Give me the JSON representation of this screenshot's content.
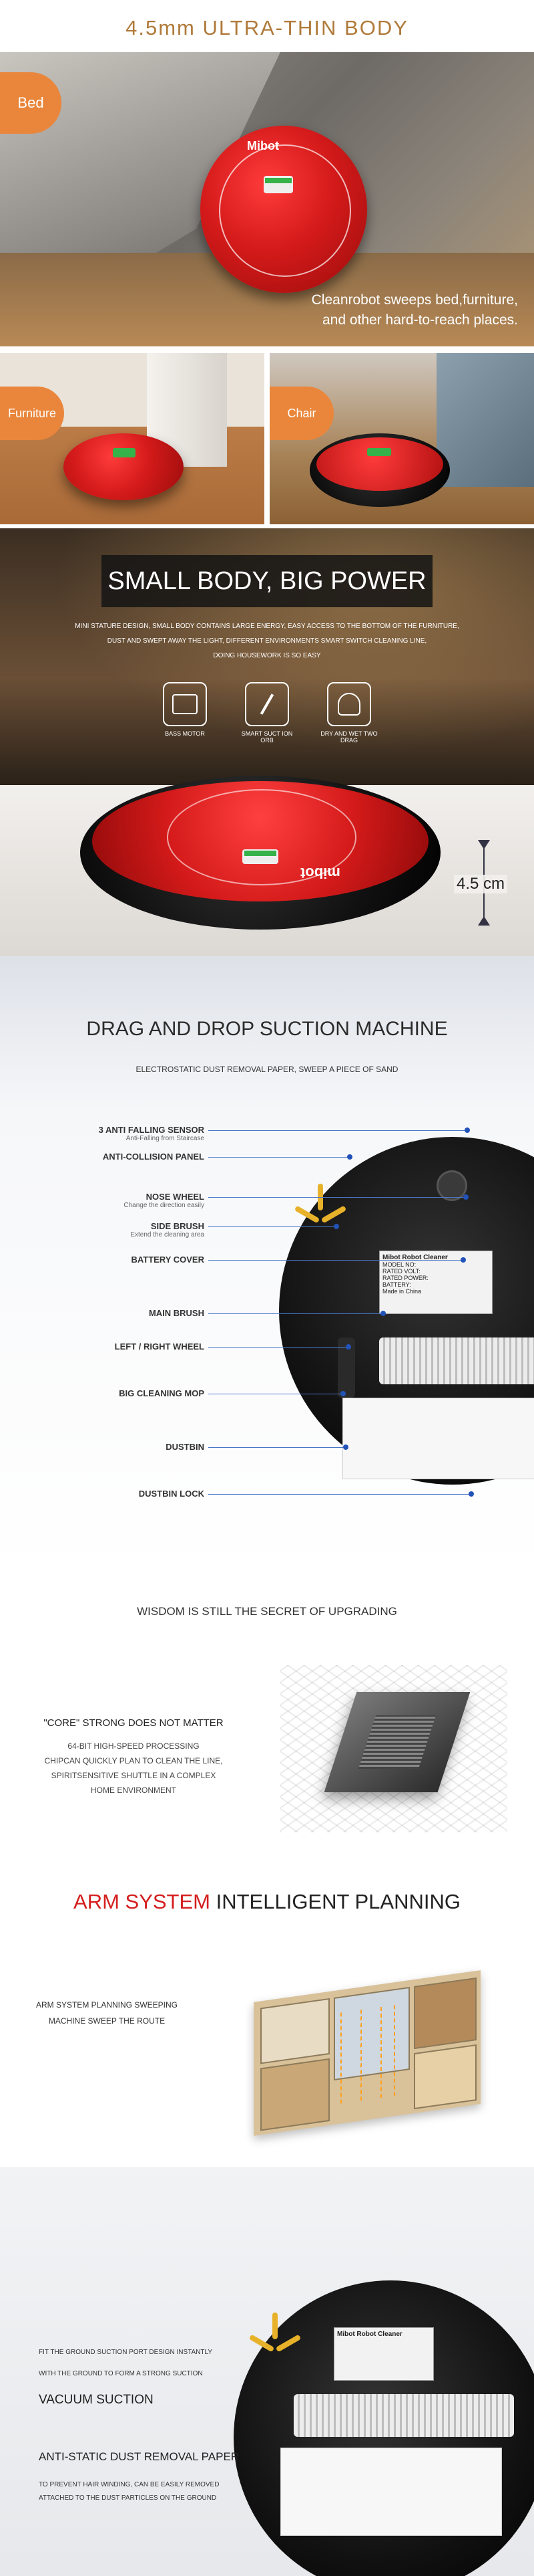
{
  "header": {
    "title": "4.5mm ULTRA-THIN BODY"
  },
  "scene1": {
    "tag": "Bed",
    "caption_line1": "Cleanrobot sweeps bed,furniture,",
    "caption_line2": "and other hard-to-reach places.",
    "robot_brand": "Mibot"
  },
  "scene2": {
    "tag_left": "Furniture",
    "tag_right": "Chair"
  },
  "power": {
    "title": "SMALL BODY, BIG POWER",
    "desc_line1": "MINI STATURE DESIGN, SMALL BODY CONTAINS LARGE ENERGY, EASY ACCESS TO THE BOTTOM OF THE FURNITURE,",
    "desc_line2": "DUST AND SWEPT AWAY THE LIGHT, DIFFERENT ENVIRONMENTS SMART SWITCH CLEANING LINE,",
    "desc_line3": "DOING HOUSEWORK IS SO EASY",
    "icons": [
      "BASS MOTOR",
      "SMART SUCT ION ORB",
      "DRY AND WET TWO DRAG"
    ],
    "height_label": "4.5 cm",
    "robot_brand": "mibot"
  },
  "parts": {
    "title": "DRAG AND DROP SUCTION MACHINE",
    "subtitle": "ELECTROSTATIC DUST REMOVAL PAPER, SWEEP A PIECE OF SAND",
    "labels": [
      {
        "main": "3 ANTI FALLING SENSOR",
        "sub": "Anti-Falling from Staircase"
      },
      {
        "main": "ANTI-COLLISION PANEL",
        "sub": ""
      },
      {
        "main": "NOSE WHEEL",
        "sub": "Change the direction easily"
      },
      {
        "main": "SIDE BRUSH",
        "sub": "Extend the cleaning area"
      },
      {
        "main": "BATTERY COVER",
        "sub": ""
      },
      {
        "main": "MAIN BRUSH",
        "sub": ""
      },
      {
        "main": "LEFT / RIGHT WHEEL",
        "sub": ""
      },
      {
        "main": "BIG CLEANING MOP",
        "sub": ""
      },
      {
        "main": "DUSTBIN",
        "sub": ""
      },
      {
        "main": "DUSTBIN LOCK",
        "sub": ""
      }
    ],
    "sticker_title": "Mibot Robot Cleaner",
    "sticker_lines": [
      "MODEL NO:",
      "RATED VOLT:",
      "RATED POWER:",
      "BATTERY:",
      "Made in China"
    ]
  },
  "chip": {
    "title": "WISDOM IS STILL THE SECRET OF UPGRADING",
    "line1": "\"CORE\" STRONG DOES NOT MATTER",
    "line2": "64-BIT HIGH-SPEED PROCESSING",
    "line3": "CHIPCAN QUICKLY PLAN TO CLEAN THE LINE,",
    "line4": "SPIRITSENSITIVE SHUTTLE IN A COMPLEX",
    "line5": "HOME ENVIRONMENT"
  },
  "arm": {
    "title_red": "ARM SYSTEM",
    "title_rest": " INTELLIGENT PLANNING",
    "desc_line1": "ARM SYSTEM PLANNING SWEEPING",
    "desc_line2": "MACHINE SWEEP THE ROUTE"
  },
  "vacuum": {
    "line1": "FIT THE GROUND SUCTION PORT DESIGN INSTANTLY",
    "line2": "WITH THE GROUND TO FORM A STRONG SUCTION",
    "heading1": "VACUUM SUCTION",
    "heading2": "ANTI-STATIC DUST REMOVAL PAPER",
    "line3": "TO PREVENT HAIR WINDING, CAN BE EASILY REMOVED",
    "line4": "ATTACHED TO THE DUST PARTICLES ON THE GROUND",
    "sticker_title": "Mibot Robot Cleaner"
  },
  "colors": {
    "accent_orange": "#e9863b",
    "brand_red": "#d51d1d",
    "line_blue": "#4a78c8",
    "title_gold": "#b07a3a"
  }
}
